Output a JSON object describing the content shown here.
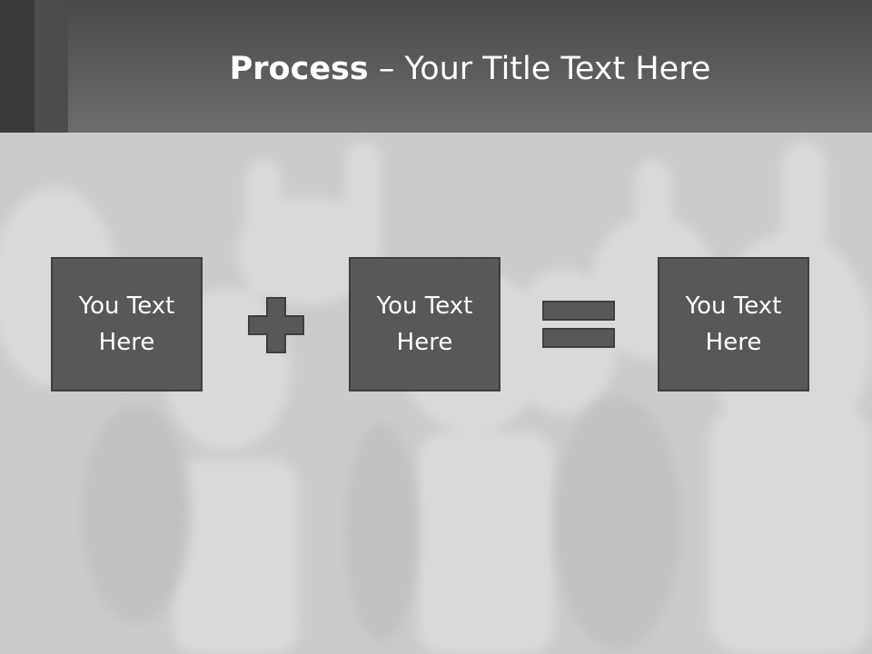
{
  "slide": {
    "title_bold": "Process",
    "title_rest": " – Your Title Text Here"
  },
  "process": {
    "boxes": [
      {
        "line1": "You Text",
        "line2": "Here"
      },
      {
        "line1": "You Text",
        "line2": "Here"
      },
      {
        "line1": "You Text",
        "line2": "Here"
      }
    ],
    "operators": [
      "plus-icon",
      "equals-icon"
    ]
  },
  "colors": {
    "header": "#5c5c5c",
    "box_fill": "#585858",
    "box_border": "#3e3e3e",
    "text": "#ffffff",
    "background": "#cdcdcd"
  }
}
